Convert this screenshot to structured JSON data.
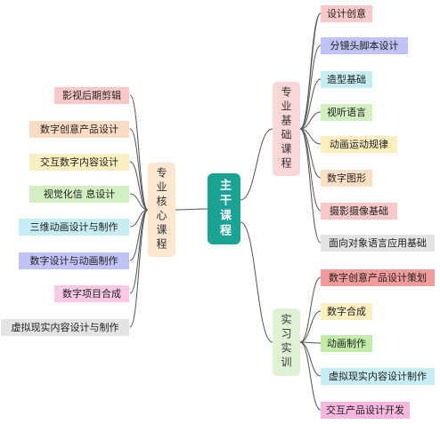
{
  "root": {
    "label": "主干课程",
    "color": "#1aa394"
  },
  "branches": {
    "foundation": {
      "label": "专业基础课程",
      "color": "#f8d7d6"
    },
    "core": {
      "label": "专业核心课程",
      "color": "#fbe6d0"
    },
    "practice": {
      "label": "实习实训",
      "color": "#e0f2d4"
    }
  },
  "foundation_items": [
    {
      "label": "设计创意",
      "color": "#f9c9c9"
    },
    {
      "label": "分镜头脚本设计",
      "color": "#bfc3f5"
    },
    {
      "label": "造型基础",
      "color": "#c6eef2"
    },
    {
      "label": "视听语言",
      "color": "#d2efc2"
    },
    {
      "label": "动画运动规律",
      "color": "#fbefc0"
    },
    {
      "label": "数字图形",
      "color": "#fbe0c6"
    },
    {
      "label": "摄影摄像基础",
      "color": "#f9c9c9"
    },
    {
      "label": "面向对象语言应用基础",
      "color": "#e4e4e4"
    }
  ],
  "core_items": [
    {
      "label": "影视后期剪辑",
      "color": "#f9c9c9"
    },
    {
      "label": "数字创意产品设计",
      "color": "#fbdcc2"
    },
    {
      "label": "交互数字内容设计",
      "color": "#fbefc0"
    },
    {
      "label": "视觉化信 息设计",
      "color": "#d2efc2"
    },
    {
      "label": "三维动画设计与制作",
      "color": "#c6eef2"
    },
    {
      "label": "数字设计与动画制作",
      "color": "#bfc3f5"
    },
    {
      "label": "数字项目合成",
      "color": "#f9c9e6"
    },
    {
      "label": "虚拟现实内容设计与制作",
      "color": "#e4e4e4"
    }
  ],
  "practice_items": [
    {
      "label": "数字创意产品设计策划",
      "color": "#f19a9a"
    },
    {
      "label": "数字合成",
      "color": "#fbefc0"
    },
    {
      "label": "动画制作",
      "color": "#c2ecaa"
    },
    {
      "label": "虚拟现实内容设计制作",
      "color": "#c6eef2"
    },
    {
      "label": "交互产品设计开发",
      "color": "#f7b6de"
    }
  ],
  "line_color": "#555555"
}
